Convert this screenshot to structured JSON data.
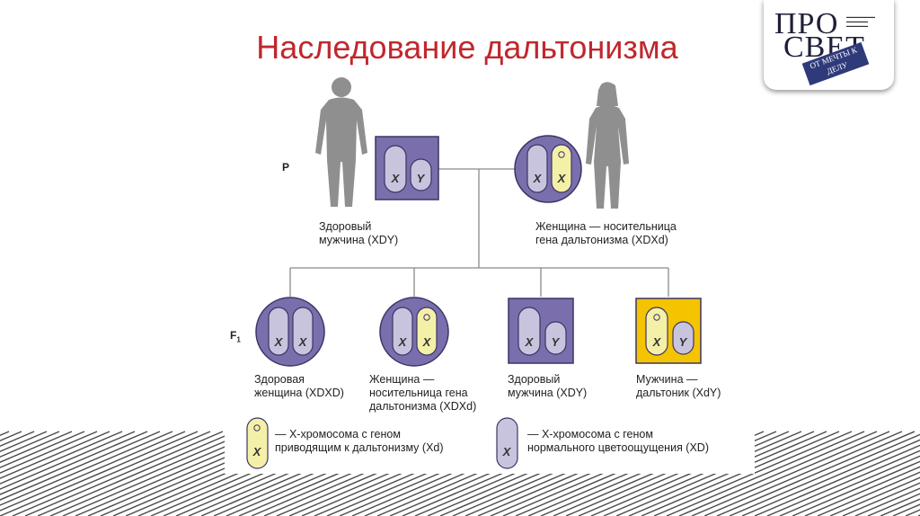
{
  "title": "Наследование дальтонизма",
  "logo": {
    "line1": "ПРО",
    "line2": "СВЕТ",
    "tag": "ОТ МЕЧТЫ К ДЕЛУ"
  },
  "generations": {
    "parents": "P",
    "children": "F"
  },
  "parents": {
    "father": {
      "line1": "Здоровый",
      "line2": "мужчина",
      "genotype": "(XDY)"
    },
    "mother": {
      "line1": "Женщина — носительница",
      "line2": "гена дальтонизма",
      "genotype": "(XDXd)"
    }
  },
  "children": [
    {
      "line1": "Здоровая",
      "line2": "женщина",
      "genotype": "(XDXD)"
    },
    {
      "line1": "Женщина —",
      "line2": "носительница гена",
      "line3": "дальтонизма",
      "genotype": "(XDXd)"
    },
    {
      "line1": "Здоровый",
      "line2": "мужчина",
      "genotype": "(XDY)"
    },
    {
      "line1": "Мужчина —",
      "line2": "дальтоник",
      "genotype": "(XdY)"
    }
  ],
  "legend": {
    "affected": {
      "line1": "— X-хромосома с геном",
      "line2": "приводящим к дальтонизму (Xd)"
    },
    "normal": {
      "line1": "— X-хромосома с геном",
      "line2": "нормального цветоощущения (XD)"
    }
  },
  "chromosome_labels": {
    "x": "X",
    "y": "Y"
  },
  "colors": {
    "title": "#c0272d",
    "cell_fill": "#7a6fac",
    "cell_stroke": "#3a3566",
    "chrom_normal": "#c8c4dd",
    "chrom_affected": "#f5f0a8",
    "colorblind_cell": "#f5c400",
    "silhouette": "#8f8f8f"
  }
}
